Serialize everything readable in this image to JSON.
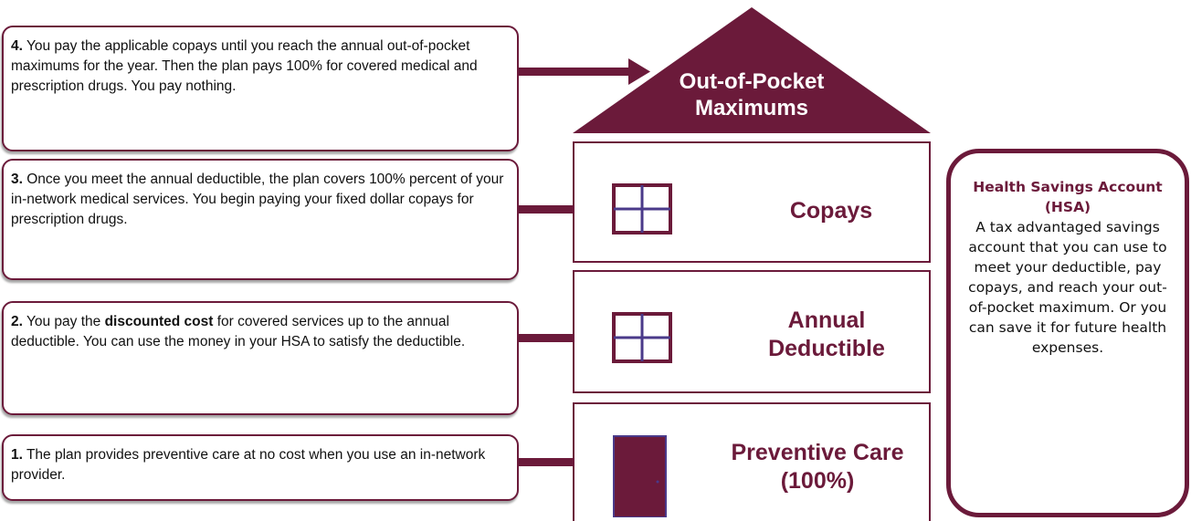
{
  "roof": {
    "title": "Out-of-Pocket Maximums"
  },
  "floors": {
    "copays": "Copays",
    "deductible": "Annual Deductible",
    "preventive": "Preventive Care (100%)"
  },
  "steps": [
    {
      "number": "4.",
      "text_before": " You pay the applicable copays until you reach the annual out-of-pocket maximums for the year.  Then the plan pays 100% for covered medical and prescription drugs.  You pay nothing.",
      "bold": "",
      "text_after": ""
    },
    {
      "number": "3.",
      "text_before": " Once you meet the annual deductible, the plan covers 100% percent of your in-network medical services. You begin paying your fixed dollar copays for prescription drugs.",
      "bold": "",
      "text_after": ""
    },
    {
      "number": "2.",
      "text_before": " You pay the ",
      "bold": "discounted cost",
      "text_after": " for covered services up to the annual deductible.  You can use the money in your HSA to satisfy the deductible."
    },
    {
      "number": "1.",
      "text_before": " The plan provides preventive care at no cost when you use an in-network provider.",
      "bold": "",
      "text_after": ""
    }
  ],
  "hsa": {
    "title": "Health Savings Account (HSA)",
    "text": "A tax advantaged savings account that you can use to meet your deductible, pay copays, and reach your out-of-pocket maximum.  Or you can save it for future health expenses."
  },
  "colors": {
    "accent": "#6b1a3a",
    "window_pane": "#4a3a8a"
  }
}
